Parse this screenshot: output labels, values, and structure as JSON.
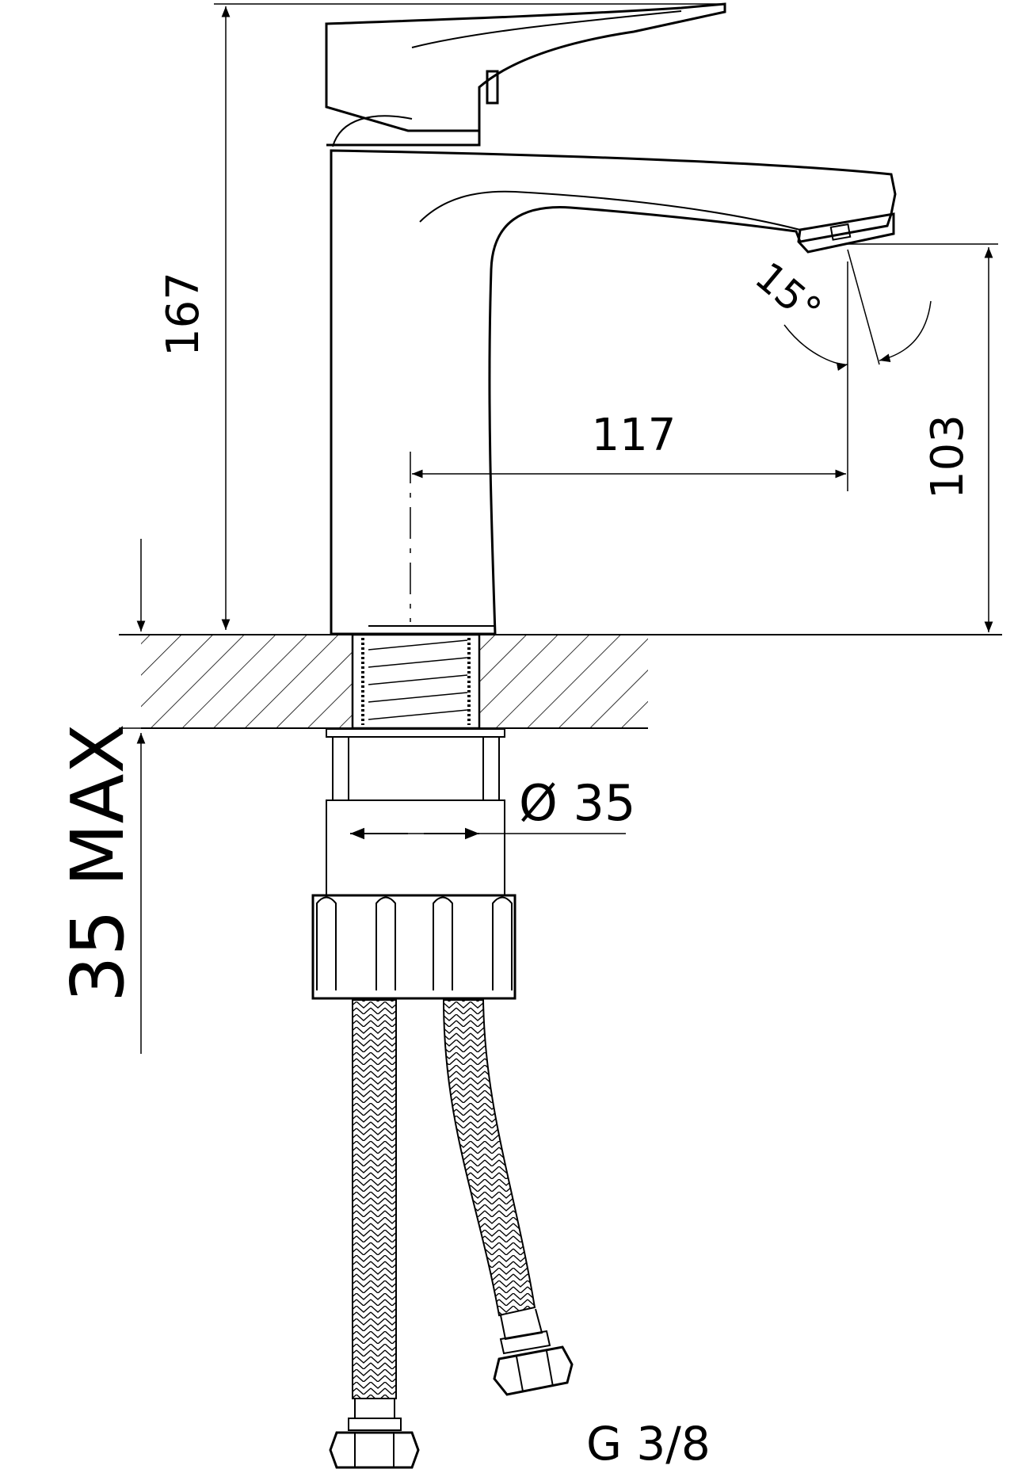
{
  "drawing": {
    "type": "technical-drawing",
    "subject": "single-lever basin faucet",
    "dimensions": {
      "height_total": "167",
      "spout_reach": "117",
      "spout_height": "103",
      "swivel_angle": "15°",
      "hole_diameter": "Ø 35",
      "max_counter_thickness": "35 MAX",
      "thread": "G 3/8"
    }
  }
}
